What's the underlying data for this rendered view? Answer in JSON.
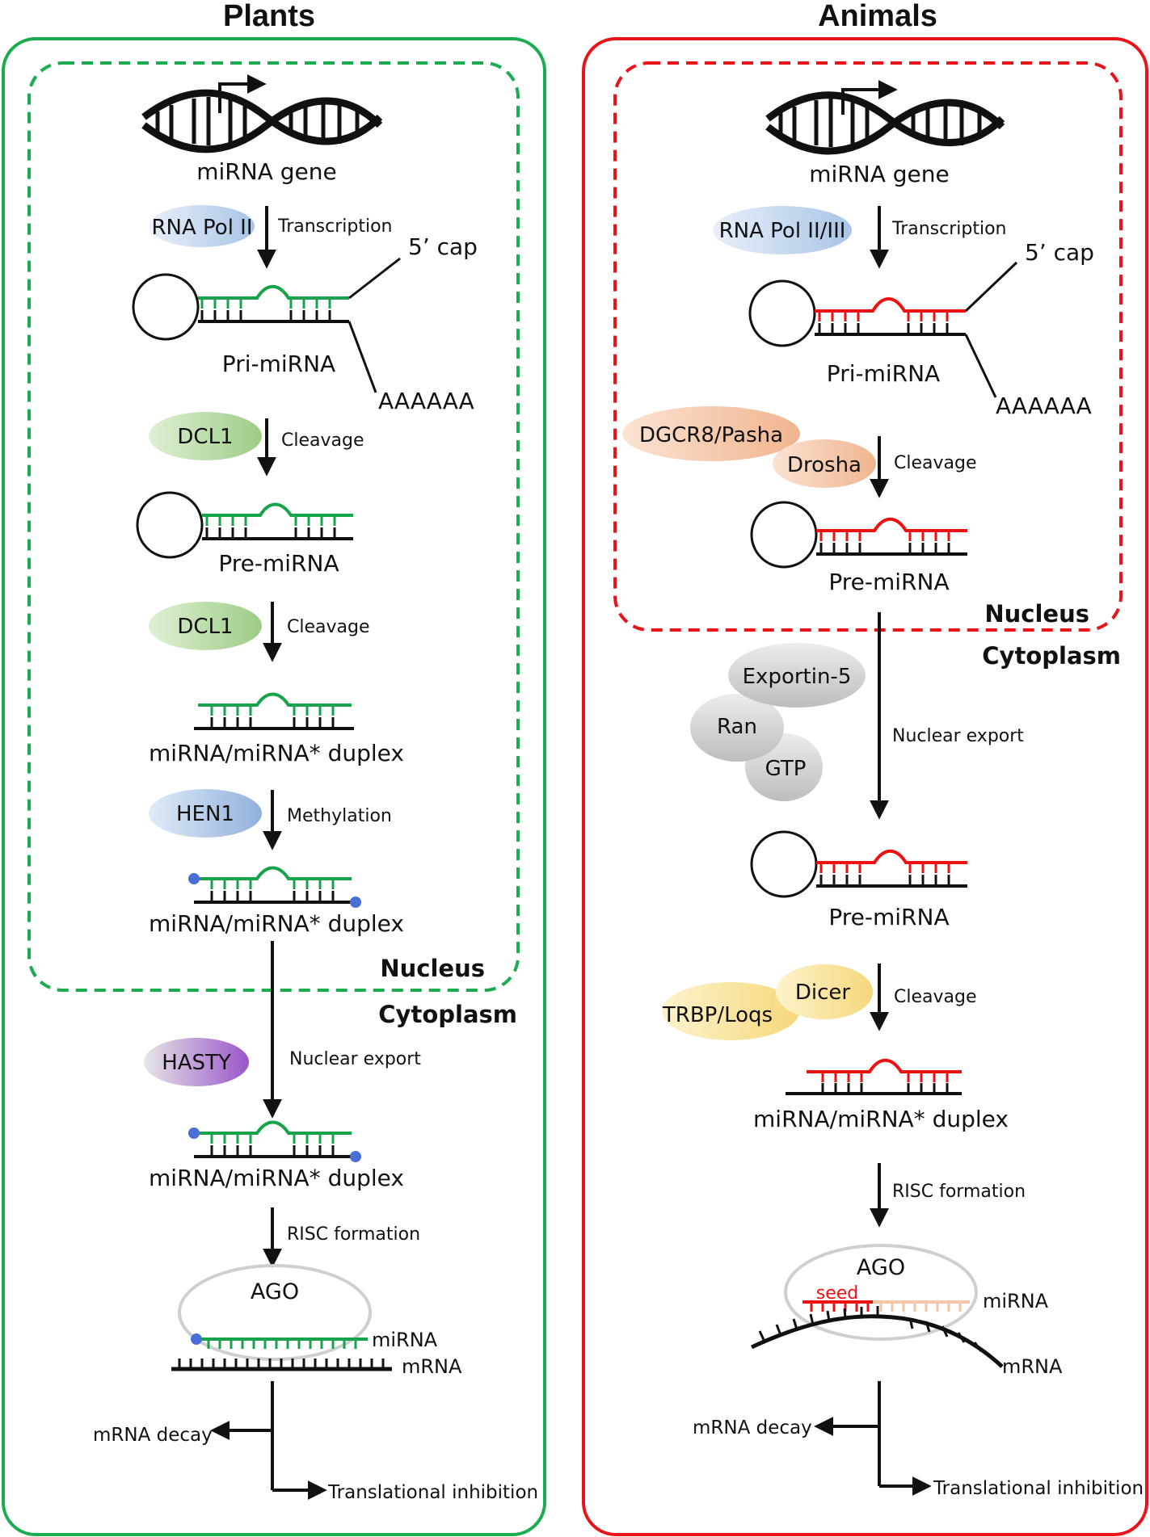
{
  "panels": {
    "plants": {
      "title": "Plants",
      "gene": "miRNA gene",
      "pol": "RNA Pol II",
      "transcription": "Transcription",
      "cap": "5’ cap",
      "polyA": "AAAAAA",
      "pri": "Pri-miRNA",
      "dcl1_a": "DCL1",
      "cleavage_a": "Cleavage",
      "pre": "Pre-miRNA",
      "dcl1_b": "DCL1",
      "cleavage_b": "Cleavage",
      "duplex_1": "miRNA/miRNA* duplex",
      "hen1": "HEN1",
      "methylation": "Methylation",
      "duplex_2": "miRNA/miRNA* duplex",
      "nucleus": "Nucleus",
      "cytoplasm": "Cytoplasm",
      "hasty": "HASTY",
      "export": "Nuclear export",
      "duplex_3": "miRNA/miRNA* duplex",
      "risc": "RISC formation",
      "ago": "AGO",
      "mirna": "miRNA",
      "mrna": "mRNA",
      "decay": "mRNA decay",
      "inhibition": "Translational inhibition"
    },
    "animals": {
      "title": "Animals",
      "gene": "miRNA gene",
      "pol": "RNA Pol II/III",
      "transcription": "Transcription",
      "cap": "5’ cap",
      "polyA": "AAAAAA",
      "pri": "Pri-miRNA",
      "dgcr8": "DGCR8/Pasha",
      "drosha": "Drosha",
      "cleavage_a": "Cleavage",
      "pre_1": "Pre-miRNA",
      "nucleus": "Nucleus",
      "cytoplasm": "Cytoplasm",
      "exportin": "Exportin-5",
      "ran": "Ran",
      "gtp": "GTP",
      "export": "Nuclear export",
      "pre_2": "Pre-miRNA",
      "trbp": "TRBP/Loqs",
      "dicer": "Dicer",
      "cleavage_b": "Cleavage",
      "duplex": "miRNA/miRNA* duplex",
      "risc": "RISC formation",
      "ago": "AGO",
      "seed": "seed",
      "mirna": "miRNA",
      "mrna": "mRNA",
      "decay": "mRNA decay",
      "inhibition": "Translational inhibition"
    }
  },
  "colors": {
    "plant_accent": "#1aac4f",
    "animal_accent": "#e8141a",
    "plant_strand": "#16a34a",
    "animal_strand": "#ee1111",
    "seed_tail": "#f5c6a5",
    "methyl_dot": "#4a6fd4"
  }
}
